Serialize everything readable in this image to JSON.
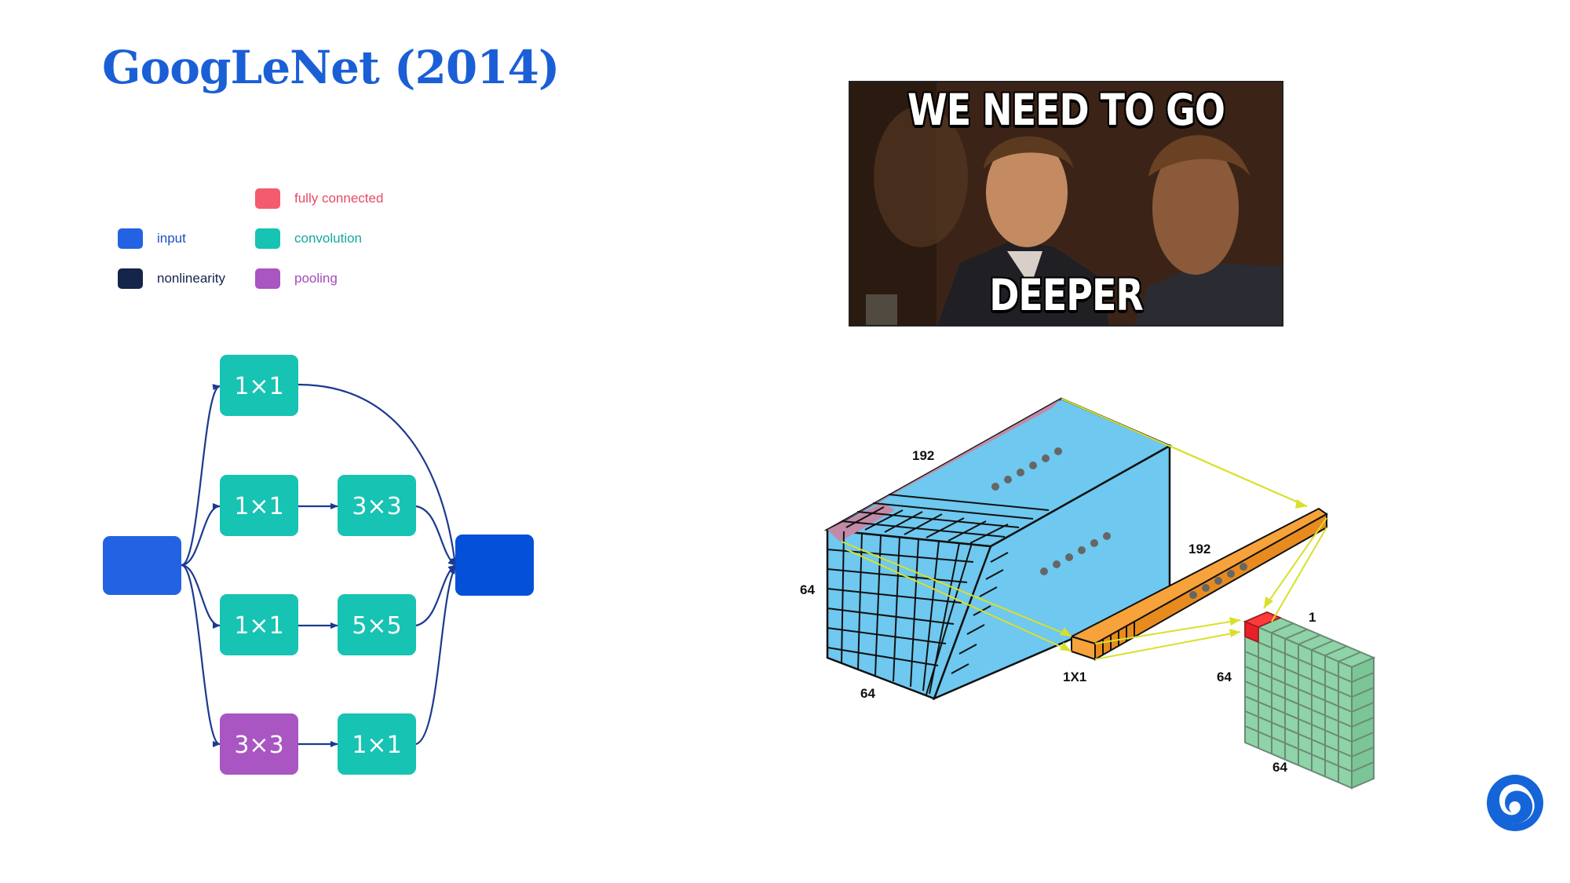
{
  "title": "GoogLeNet (2014)",
  "legend": [
    {
      "label": "fully connected",
      "color": "#f45b6e"
    },
    {
      "label": "input",
      "color": "#2363e3"
    },
    {
      "label": "convolution",
      "color": "#17c3b2"
    },
    {
      "label": "nonlinearity",
      "color": "#14244a"
    },
    {
      "label": "pooling",
      "color": "#a955c2"
    }
  ],
  "meme": {
    "top_text": "WE NEED TO GO",
    "bottom_text": "DEEPER"
  },
  "inception_module": {
    "input_color": "#2363e3",
    "output_color": "#0550d8",
    "conv_color": "#17c3b2",
    "pool_color": "#a955c2",
    "arrow_color": "#1c3a8f",
    "branches": [
      {
        "nodes": [
          {
            "label": "1×1",
            "kind": "convolution"
          }
        ]
      },
      {
        "nodes": [
          {
            "label": "1×1",
            "kind": "convolution"
          },
          {
            "label": "3×3",
            "kind": "convolution"
          }
        ]
      },
      {
        "nodes": [
          {
            "label": "1×1",
            "kind": "convolution"
          },
          {
            "label": "5×5",
            "kind": "convolution"
          }
        ]
      },
      {
        "nodes": [
          {
            "label": "3×3",
            "kind": "pooling"
          },
          {
            "label": "1×1",
            "kind": "convolution"
          }
        ]
      }
    ]
  },
  "tensor_diagram": {
    "input_depth_label": "192",
    "input_height_label": "64",
    "input_width_label": "64",
    "filter_depth_label": "192",
    "filter_size_label": "1X1",
    "output_depth_label": "1",
    "output_height_label": "64",
    "output_width_label": "64",
    "colors": {
      "input_block": "#6ec8ef",
      "input_top_strip": "#c28aa6",
      "filter": "#f7a23a",
      "output": "#8fd3a8",
      "output_cell": "#e8202a",
      "projection": "#d9e02a"
    }
  },
  "logo_icon": "deepmind-logo-icon"
}
